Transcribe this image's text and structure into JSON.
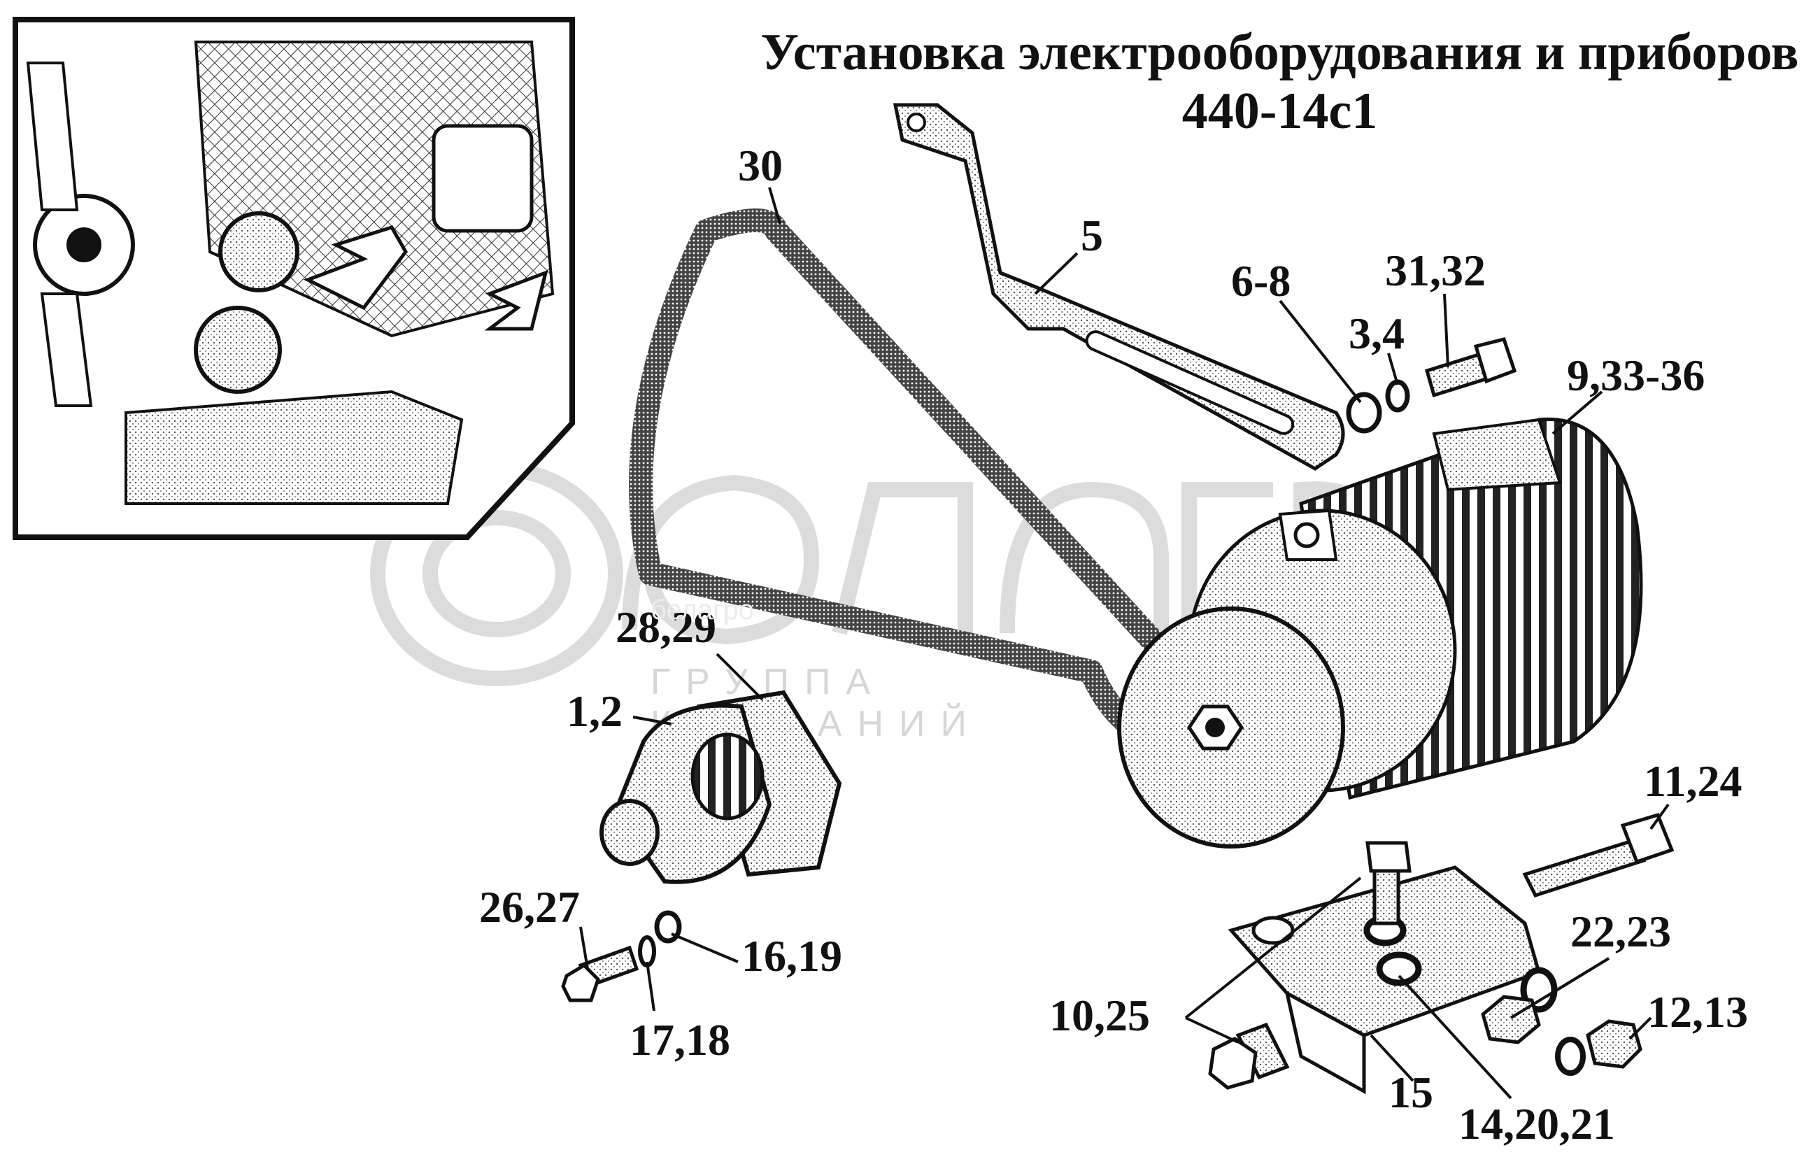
{
  "title": {
    "line1": "Установка электрооборудования и приборов",
    "line2": "440-14с1"
  },
  "watermark": {
    "brand": "белагро",
    "subtitle": "ГРУППА КОМПАНИЙ"
  },
  "callouts": [
    {
      "id": "c30",
      "text": "30"
    },
    {
      "id": "c5",
      "text": "5"
    },
    {
      "id": "c6-8",
      "text": "6-8"
    },
    {
      "id": "c31-32",
      "text": "31,32"
    },
    {
      "id": "c3-4",
      "text": "3,4"
    },
    {
      "id": "c9-33-36",
      "text": "9,33-36"
    },
    {
      "id": "c28-29",
      "text": "28,29"
    },
    {
      "id": "c1-2",
      "text": "1,2"
    },
    {
      "id": "c11-24",
      "text": "11,24"
    },
    {
      "id": "c26-27",
      "text": "26,27"
    },
    {
      "id": "c16-19",
      "text": "16,19"
    },
    {
      "id": "c17-18",
      "text": "17,18"
    },
    {
      "id": "c22-23",
      "text": "22,23"
    },
    {
      "id": "c12-13",
      "text": "12,13"
    },
    {
      "id": "c10-25",
      "text": "10,25"
    },
    {
      "id": "c15",
      "text": "15"
    },
    {
      "id": "c14-20-21",
      "text": "14,20,21"
    }
  ],
  "colors": {
    "ink": "#111111",
    "watermark": "#d9d9d9",
    "background": "#ffffff"
  }
}
